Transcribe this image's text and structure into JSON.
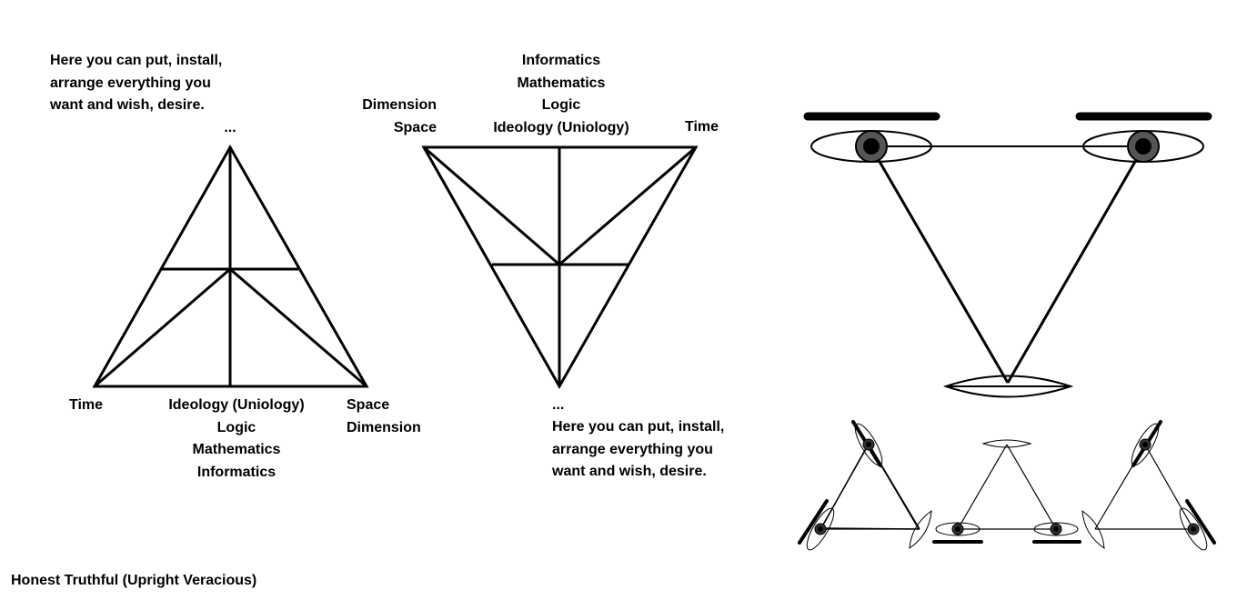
{
  "left_diagram": {
    "note_lines": [
      "Here you can put, install,",
      "arrange everything you",
      "want and wish, desire."
    ],
    "apex_label": "...",
    "left_label": "Time",
    "center_lines": [
      "Ideology (Uniology)",
      "Logic",
      "Mathematics",
      "Informatics"
    ],
    "right_lines": [
      "Space",
      "Dimension"
    ]
  },
  "middle_diagram": {
    "left_lines": [
      "Dimension",
      "Space"
    ],
    "center_lines": [
      "Informatics",
      "Mathematics",
      "Logic",
      "Ideology (Uniology)"
    ],
    "right_label": "Time",
    "apex_label": "...",
    "note_lines": [
      "Here you can put, install,",
      "arrange everything you",
      "want and wish, desire."
    ]
  },
  "footer": {
    "caption": "Honest Truthful (Upright Veracious)"
  }
}
